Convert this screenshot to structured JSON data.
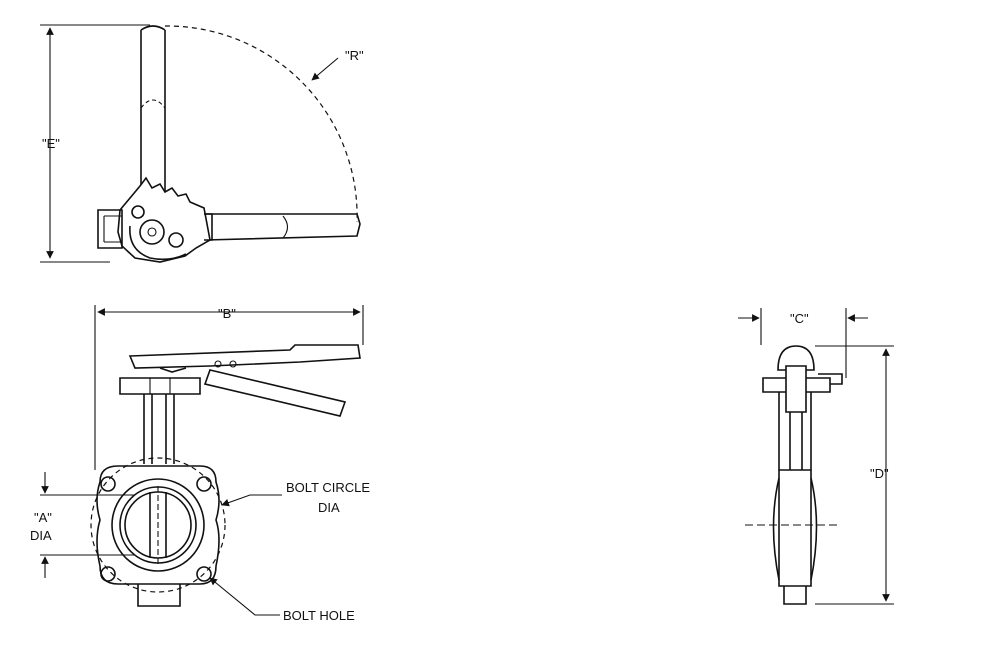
{
  "labels": {
    "e": "\"E\"",
    "r": "\"R\"",
    "b": "\"B\"",
    "bolt_circle_line1": "BOLT CIRCLE",
    "bolt_circle_line2": "DIA",
    "a_line1": "\"A\"",
    "a_line2": "DIA",
    "bolt_hole": "BOLT HOLE",
    "c": "\"C\"",
    "d": "\"D\""
  },
  "colors": {
    "line": "#111111",
    "background": "#ffffff"
  }
}
